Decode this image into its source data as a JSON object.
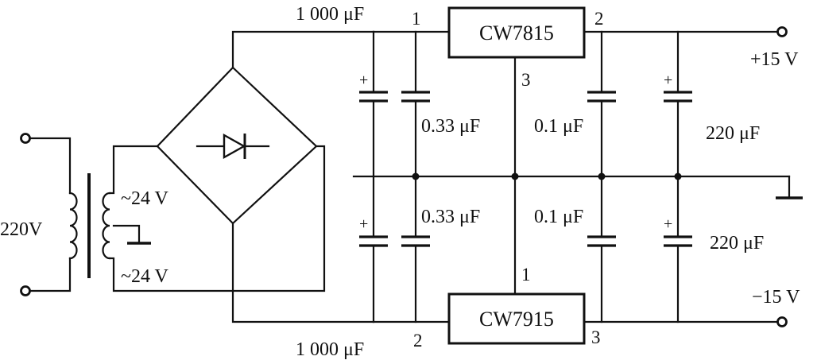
{
  "input": {
    "voltage_label": "220V"
  },
  "transformer": {
    "upper_secondary_label": "~24 V",
    "lower_secondary_label": "~24 V"
  },
  "regulators": {
    "positive": {
      "name": "CW7815",
      "pin_in": "1",
      "pin_out": "2",
      "pin_gnd": "3"
    },
    "negative": {
      "name": "CW7915",
      "pin_gnd": "1",
      "pin_in": "2",
      "pin_out": "3"
    }
  },
  "capacitors": {
    "filter_top": "1 000 μF",
    "filter_bottom": "1 000 μF",
    "in_top": "0.33 μF",
    "in_bottom": "0.33 μF",
    "out_top": "0.1 μF",
    "out_bottom": "0.1 μF",
    "bulk_top": "220 μF",
    "bulk_bottom": "220 μF",
    "polarity_mark": "+"
  },
  "outputs": {
    "positive": "+15 V",
    "negative": "−15 V"
  }
}
